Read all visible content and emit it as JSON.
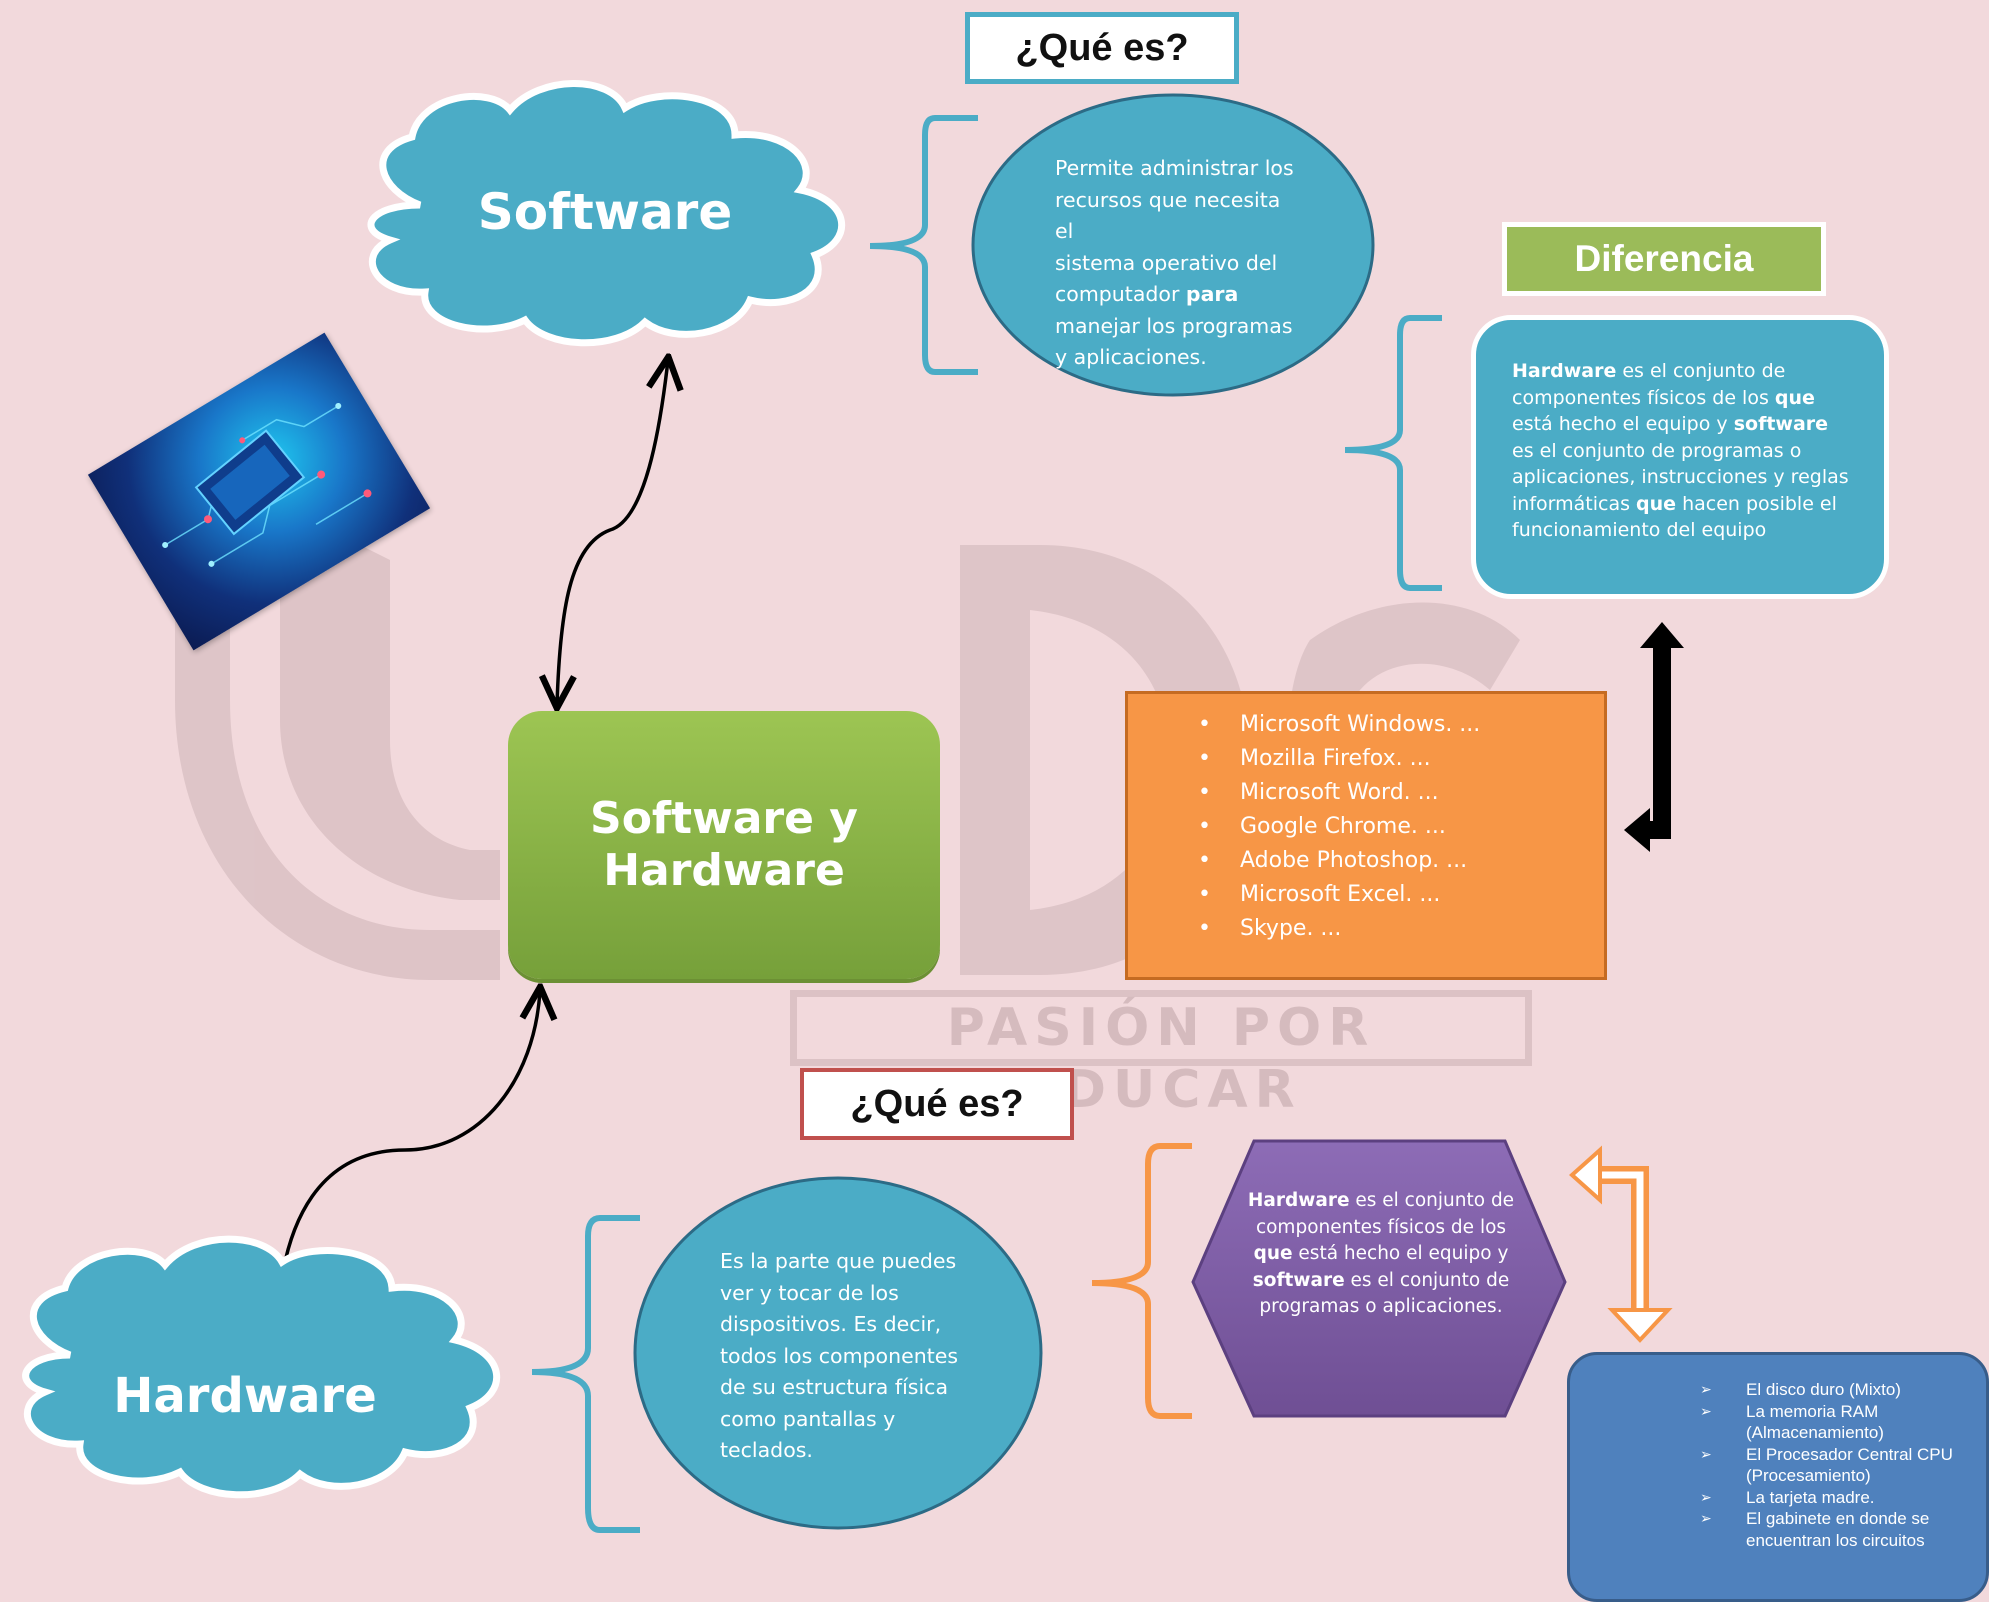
{
  "watermark": {
    "logo_letters": "UDS",
    "slogan": "PASIÓN POR EDUCAR"
  },
  "nodes": {
    "center": {
      "line1": "Software y",
      "line2": "Hardware"
    },
    "software_cloud": "Software",
    "hardware_cloud": "Hardware"
  },
  "labels": {
    "software_que_es": "¿Qué es?",
    "hardware_que_es": "¿Qué es?",
    "diferencia": "Diferencia"
  },
  "software_definition": [
    "Permite administrar los",
    "recursos que necesita el",
    "sistema operativo del",
    "computador",
    "para",
    "manejar los programas",
    "y aplicaciones."
  ],
  "hardware_definition": [
    "Es la parte que puedes",
    "ver y tocar de los",
    "dispositivos. Es decir,",
    "todos los componentes",
    "de su estructura física",
    "como pantallas y",
    "teclados."
  ],
  "difference_text": {
    "w1": "Hardware",
    "t1": " es el conjunto de componentes físicos de los ",
    "w2": "que",
    "t2": " está hecho el equipo y ",
    "w3": "software",
    "t3": " es el conjunto de programas o aplicaciones, instrucciones y reglas informáticas ",
    "w4": "que",
    "t4": " hacen posible el funcionamiento del equipo"
  },
  "hexagon_text": {
    "w1": "Hardware",
    "t1": " es el conjunto de componentes físicos de los ",
    "w2": "que",
    "t2": " está hecho el equipo y ",
    "w3": "software",
    "t3": " es el conjunto de programas o aplicaciones."
  },
  "software_examples": [
    "Microsoft Windows. ...",
    "Mozilla Firefox. ...",
    "Microsoft Word. ...",
    "Google Chrome. ...",
    "Adobe Photoshop. ...",
    "Microsoft Excel. ...",
    "Skype. ..."
  ],
  "hardware_components": [
    "El disco duro (Mixto)",
    "La memoria RAM (Almacenamiento)",
    "El Procesador Central CPU (Procesamiento)",
    "La tarjeta madre.",
    "El gabinete en donde se encuentran los circuitos"
  ],
  "colors": {
    "background": "#f2d9dc",
    "cloud": "#4bacc6",
    "center_green": "#8db84a",
    "orange": "#f79646",
    "purple": "#8064a2",
    "blue_box": "#4f81bd",
    "tag_green": "#9bbb59",
    "tag_red_border": "#c0504d",
    "tag_blue_border": "#4bacc6"
  }
}
